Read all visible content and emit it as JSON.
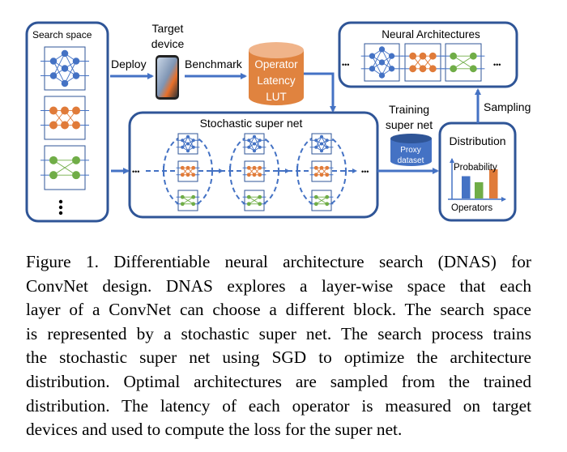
{
  "diagram": {
    "search_space_title": "Search space",
    "deploy_label": "Deploy",
    "target_device_label": [
      "Target",
      "device"
    ],
    "benchmark_label": "Benchmark",
    "lut_label": [
      "Operator",
      "Latency",
      "LUT"
    ],
    "super_net_title": "Stochastic super net",
    "training_label": [
      "Training",
      "super net"
    ],
    "proxy_label": [
      "Proxy",
      "dataset"
    ],
    "distribution_title": "Distribution",
    "probability_label": "Probability",
    "operators_label": "Operators",
    "sampling_label": "Sampling",
    "neural_arch_title": "Neural Architectures",
    "ellipsis": "•••",
    "distribution_bars": [
      0.55,
      0.4,
      0.72
    ],
    "colors": {
      "border": "#2F5597",
      "blue": "#4472C4",
      "orange": "#E07B39",
      "green": "#70AD47",
      "lut": "#E0833F",
      "lut_top": "#F0B48A"
    }
  },
  "caption": {
    "lines": [
      "Figure 1. Differentiable neural architecture search (DNAS) for",
      "ConvNet design.  DNAS explores a layer-wise space that each",
      "layer of a ConvNet can choose a different block. The search space",
      "is represented by a stochastic super net. The search process trains",
      "the stochastic super net using SGD to optimize the architecture",
      "distribution.  Optimal architectures are sampled from the trained",
      "distribution.  The latency of each operator is measured on target",
      "devices and used to compute the loss for the super net."
    ]
  }
}
